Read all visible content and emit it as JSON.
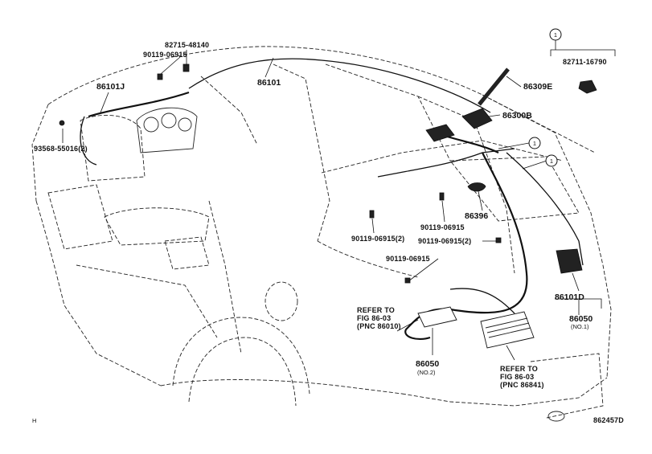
{
  "callout_group": {
    "marker": "1",
    "part_number": "82711-16790"
  },
  "labels": {
    "p82715": "82715-48140",
    "p90119_top": "90119-06915",
    "p86101": "86101",
    "p86101j": "86101J",
    "p93568": "93568-55016(2)",
    "p86309e": "86309E",
    "p86300b": "86300B",
    "p86396": "86396",
    "p90119_mid": "90119-06915",
    "p90119_left2": "90119-06915(2)",
    "p90119_right2": "90119-06915(2)",
    "p90119_low": "90119-06915",
    "p86101d": "86101D",
    "p86050_no1": "86050",
    "no1": "(NO.1)",
    "p86050_no2": "86050",
    "no2": "(NO.2)",
    "marker_a": "1",
    "marker_b": "1"
  },
  "refer_left": {
    "line1": "REFER TO",
    "line2": "FIG 86-03",
    "line3": "(PNC 86010)"
  },
  "refer_right": {
    "line1": "REFER TO",
    "line2": "FIG 86-03",
    "line3": "(PNC 86841)"
  },
  "footer": {
    "left_mark": "H",
    "figure_id": "862457D"
  }
}
